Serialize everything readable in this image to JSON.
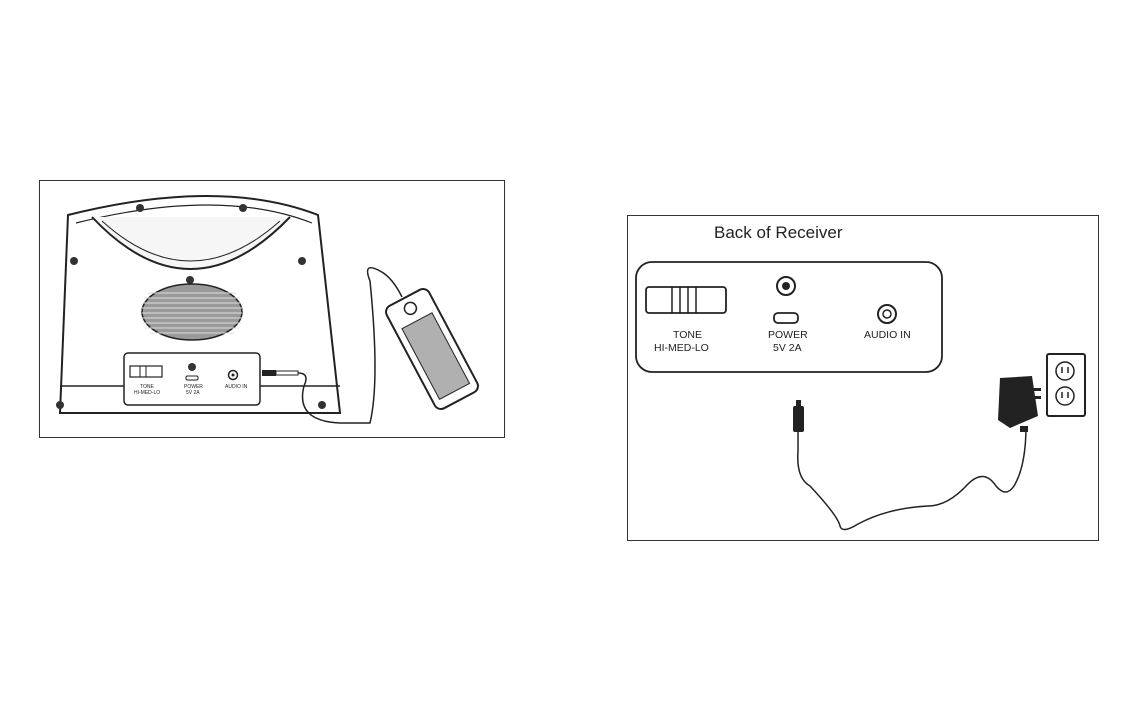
{
  "left_panel": {
    "tone_label": "TONE",
    "tone_sub": "HI-MED-LO",
    "power_label": "POWER",
    "power_sub": "5V 2A",
    "audio_label": "AUDIO IN"
  },
  "right_panel": {
    "title": "Back of Receiver",
    "tone_label": "TONE",
    "tone_sub": "HI-MED-LO",
    "power_label": "POWER",
    "power_sub": "5V 2A",
    "audio_label": "AUDIO IN"
  },
  "colors": {
    "line": "#222222",
    "device_fill": "#c8c8c8",
    "grille": "#9a9a9a"
  },
  "icons": [
    "speaker-receiver",
    "smartphone",
    "power-adapter",
    "wall-outlet",
    "dc-plug",
    "audio-jack"
  ]
}
